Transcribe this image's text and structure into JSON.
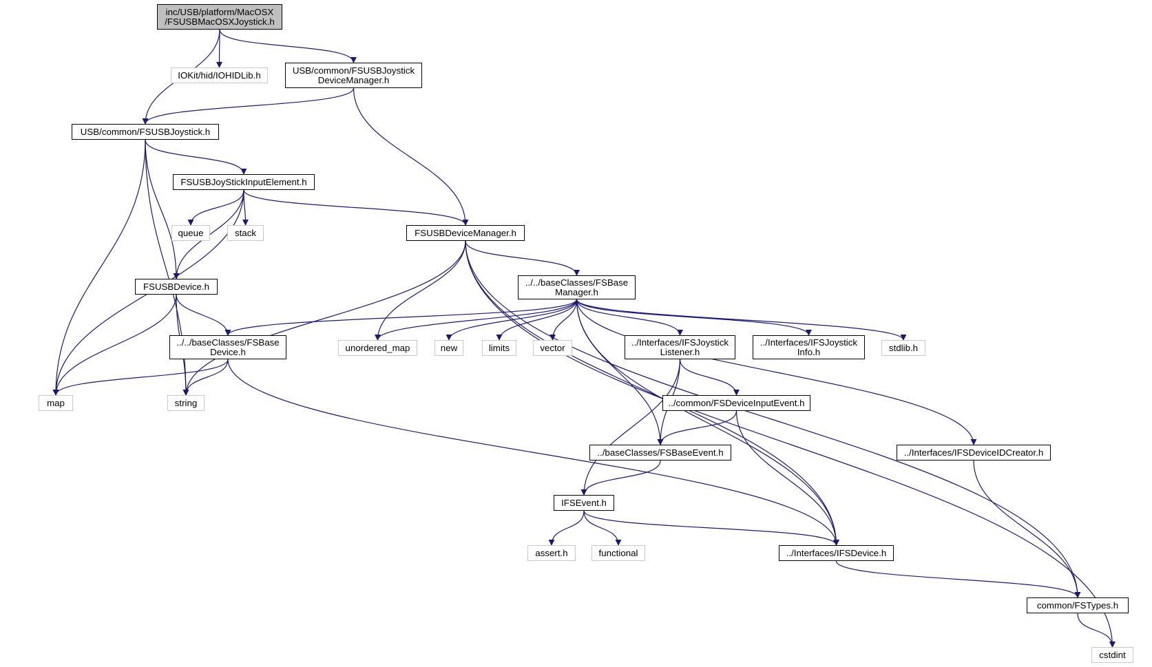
{
  "diagram": {
    "colors": {
      "edge": "#191970",
      "root_fill": "#bfbfbf",
      "internal_border": "#000000",
      "external_border": "#c8c8c8"
    },
    "nodes": [
      {
        "id": "root",
        "label": "inc/USB/platform/MacOSX\n/FSUSBMacOSXJoystick.h",
        "kind": "root"
      },
      {
        "id": "iohid",
        "label": "IOKit/hid/IOHIDLib.h",
        "kind": "external"
      },
      {
        "id": "fsjdm",
        "label": "USB/common/FSUSBJoystick\nDeviceManager.h",
        "kind": "internal"
      },
      {
        "id": "fsj",
        "label": "USB/common/FSUSBJoystick.h",
        "kind": "internal"
      },
      {
        "id": "fsjie",
        "label": "FSUSBJoyStickInputElement.h",
        "kind": "internal"
      },
      {
        "id": "queue",
        "label": "queue",
        "kind": "external"
      },
      {
        "id": "stack",
        "label": "stack",
        "kind": "external"
      },
      {
        "id": "fsdm",
        "label": "FSUSBDeviceManager.h",
        "kind": "internal"
      },
      {
        "id": "fsd",
        "label": "FSUSBDevice.h",
        "kind": "internal"
      },
      {
        "id": "fsbm",
        "label": "../../baseClasses/FSBase\nManager.h",
        "kind": "internal"
      },
      {
        "id": "fsbd",
        "label": "../../baseClasses/FSBase\nDevice.h",
        "kind": "internal"
      },
      {
        "id": "umap",
        "label": "unordered_map",
        "kind": "external"
      },
      {
        "id": "new",
        "label": "new",
        "kind": "external"
      },
      {
        "id": "limits",
        "label": "limits",
        "kind": "external"
      },
      {
        "id": "vector",
        "label": "vector",
        "kind": "external"
      },
      {
        "id": "ifsjl",
        "label": "../Interfaces/IFSJoystick\nListener.h",
        "kind": "internal"
      },
      {
        "id": "ifsji",
        "label": "../Interfaces/IFSJoystick\nInfo.h",
        "kind": "internal"
      },
      {
        "id": "stdlib",
        "label": "stdlib.h",
        "kind": "external"
      },
      {
        "id": "map",
        "label": "map",
        "kind": "external"
      },
      {
        "id": "string",
        "label": "string",
        "kind": "external"
      },
      {
        "id": "fsdie",
        "label": "../common/FSDeviceInputEvent.h",
        "kind": "internal"
      },
      {
        "id": "fsbe",
        "label": "../baseClasses/FSBaseEvent.h",
        "kind": "internal"
      },
      {
        "id": "ifsdidc",
        "label": "../Interfaces/IFSDeviceIDCreator.h",
        "kind": "internal"
      },
      {
        "id": "ifse",
        "label": "IFSEvent.h",
        "kind": "internal"
      },
      {
        "id": "assert",
        "label": "assert.h",
        "kind": "external"
      },
      {
        "id": "functional",
        "label": "functional",
        "kind": "external"
      },
      {
        "id": "ifsd",
        "label": "../Interfaces/IFSDevice.h",
        "kind": "internal"
      },
      {
        "id": "fstypes",
        "label": "common/FSTypes.h",
        "kind": "internal"
      },
      {
        "id": "cstdint",
        "label": "cstdint",
        "kind": "external"
      }
    ],
    "edges": [
      {
        "from": "root",
        "to": "fsj"
      },
      {
        "from": "root",
        "to": "iohid"
      },
      {
        "from": "root",
        "to": "fsjdm"
      },
      {
        "from": "fsjdm",
        "to": "fsj"
      },
      {
        "from": "fsjdm",
        "to": "fsdm"
      },
      {
        "from": "fsj",
        "to": "map"
      },
      {
        "from": "fsj",
        "to": "string"
      },
      {
        "from": "fsj",
        "to": "fsd"
      },
      {
        "from": "fsj",
        "to": "fsjie"
      },
      {
        "from": "fsjie",
        "to": "map"
      },
      {
        "from": "fsjie",
        "to": "queue"
      },
      {
        "from": "fsjie",
        "to": "stack"
      },
      {
        "from": "fsjie",
        "to": "fsd"
      },
      {
        "from": "fsjie",
        "to": "fsdm"
      },
      {
        "from": "fsdm",
        "to": "string"
      },
      {
        "from": "fsdm",
        "to": "umap"
      },
      {
        "from": "fsdm",
        "to": "fsbm"
      },
      {
        "from": "fsdm",
        "to": "ifsd"
      },
      {
        "from": "fsdm",
        "to": "fstypes"
      },
      {
        "from": "fsdm",
        "to": "cstdint"
      },
      {
        "from": "fsd",
        "to": "map"
      },
      {
        "from": "fsd",
        "to": "string"
      },
      {
        "from": "fsd",
        "to": "fsbd"
      },
      {
        "from": "fsbm",
        "to": "fsbd"
      },
      {
        "from": "fsbm",
        "to": "umap"
      },
      {
        "from": "fsbm",
        "to": "new"
      },
      {
        "from": "fsbm",
        "to": "limits"
      },
      {
        "from": "fsbm",
        "to": "vector"
      },
      {
        "from": "fsbm",
        "to": "fsbe"
      },
      {
        "from": "fsbm",
        "to": "ifsjl"
      },
      {
        "from": "fsbm",
        "to": "ifsji"
      },
      {
        "from": "fsbm",
        "to": "stdlib"
      },
      {
        "from": "fsbm",
        "to": "ifsd"
      },
      {
        "from": "fsbm",
        "to": "ifsdidc"
      },
      {
        "from": "fsbd",
        "to": "map"
      },
      {
        "from": "fsbd",
        "to": "string"
      },
      {
        "from": "fsbd",
        "to": "ifsd"
      },
      {
        "from": "ifsjl",
        "to": "fsbe"
      },
      {
        "from": "ifsjl",
        "to": "fsdie"
      },
      {
        "from": "ifsjl",
        "to": "ifse"
      },
      {
        "from": "fsdie",
        "to": "fsbe"
      },
      {
        "from": "fsdie",
        "to": "ifsd"
      },
      {
        "from": "fsbe",
        "to": "ifse"
      },
      {
        "from": "ifse",
        "to": "assert"
      },
      {
        "from": "ifse",
        "to": "functional"
      },
      {
        "from": "ifse",
        "to": "ifsd"
      },
      {
        "from": "ifsd",
        "to": "fstypes"
      },
      {
        "from": "ifsdidc",
        "to": "fstypes"
      },
      {
        "from": "fstypes",
        "to": "cstdint"
      }
    ]
  }
}
